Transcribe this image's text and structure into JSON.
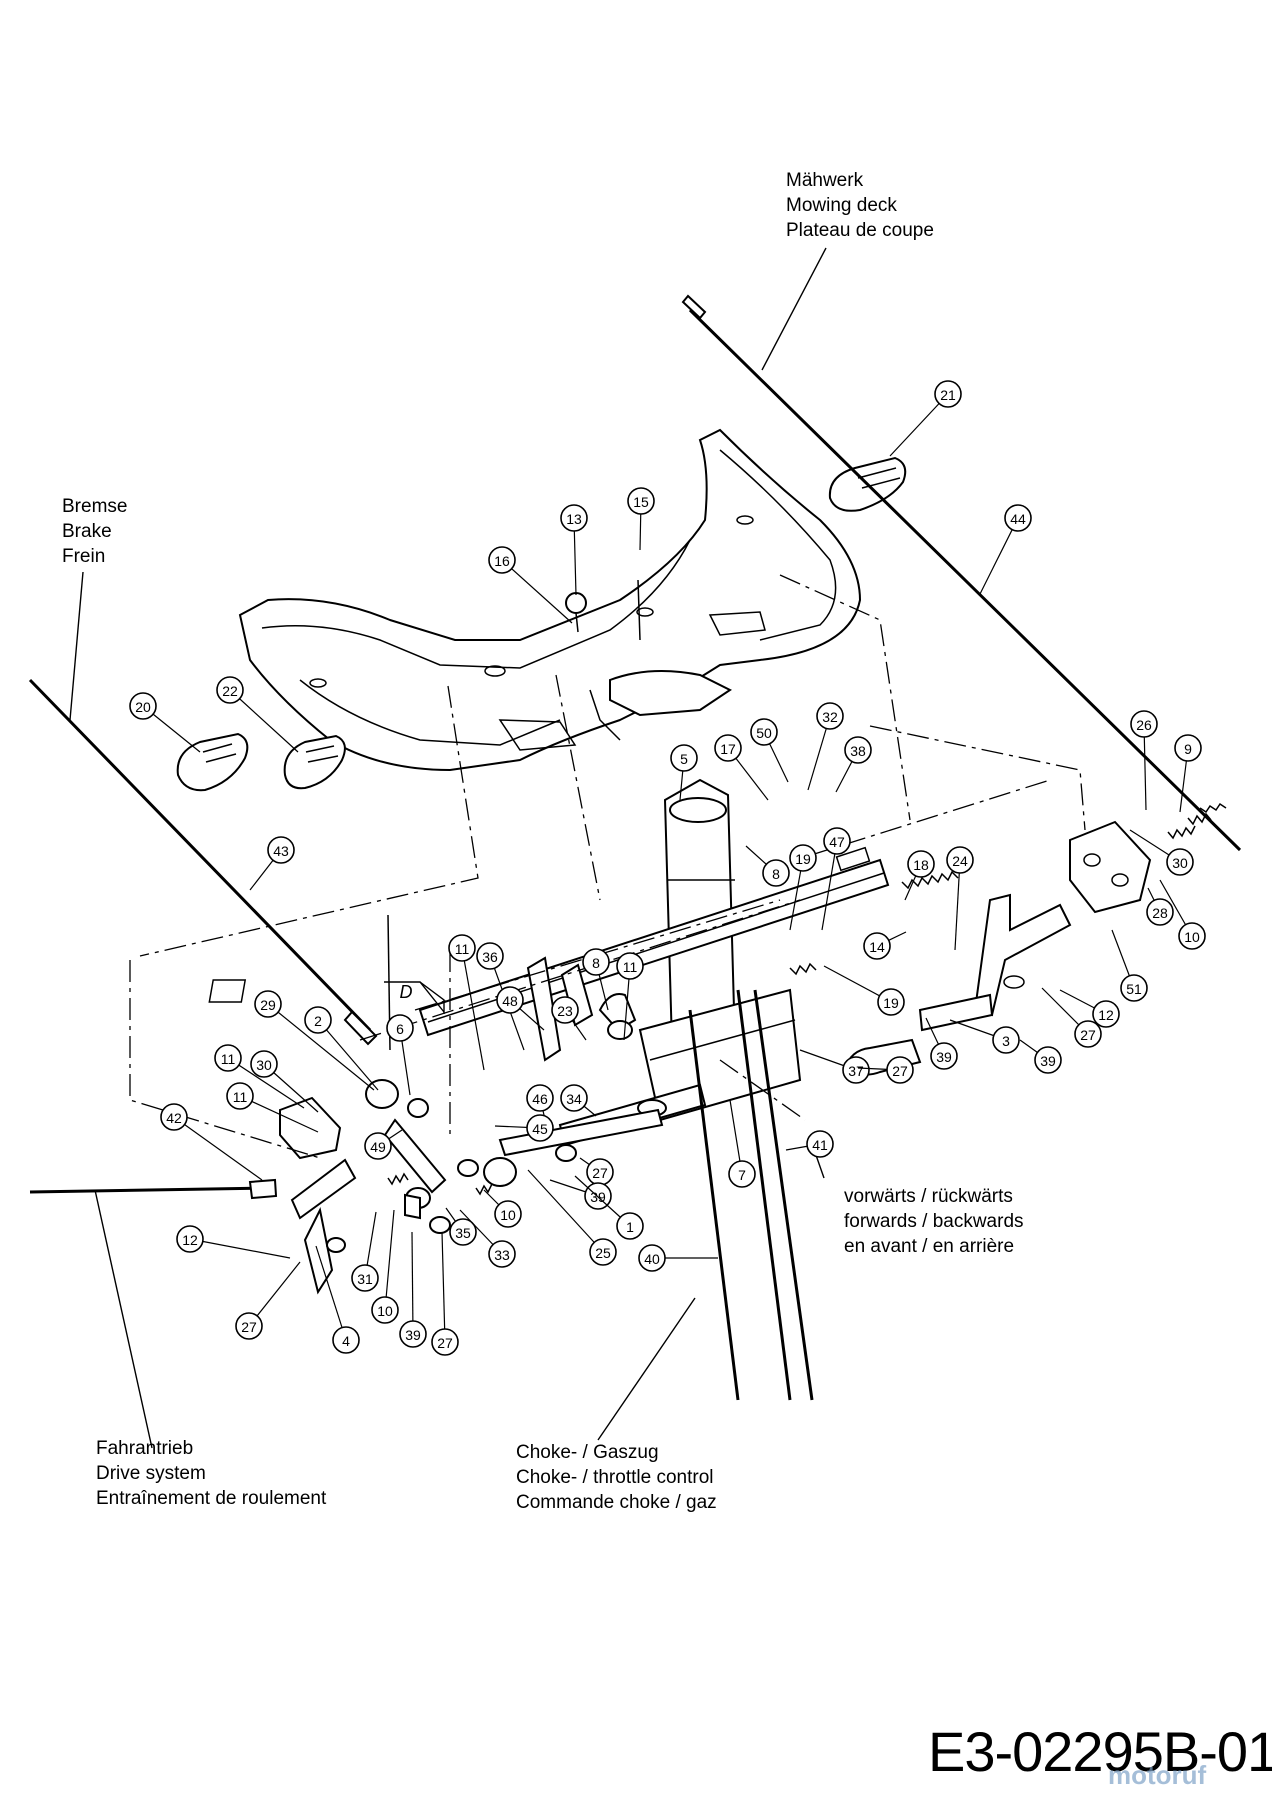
{
  "labels": {
    "mowing": [
      "Mähwerk",
      "Mowing deck",
      "Plateau de coupe"
    ],
    "brake": [
      "Bremse",
      "Brake",
      "Frein"
    ],
    "direction": [
      "vorwärts / rückwärts",
      "forwards / backwards",
      "en avant / en arrière"
    ],
    "drive": [
      "Fahrantrieb",
      "Drive system",
      "Entraînement de roulement"
    ],
    "choke": [
      "Choke- / Gaszug",
      "Choke- / throttle control",
      "Commande choke / gaz"
    ]
  },
  "detail_letter": "D",
  "document_id": "E3-02295B-01",
  "watermark": "motoruf",
  "callouts": [
    "21",
    "44",
    "13",
    "15",
    "16",
    "20",
    "22",
    "5",
    "17",
    "50",
    "32",
    "38",
    "26",
    "9",
    "43",
    "8",
    "19",
    "47",
    "18",
    "24",
    "30",
    "14",
    "10",
    "28",
    "51",
    "11",
    "36",
    "48",
    "8",
    "11",
    "23",
    "12",
    "19",
    "27",
    "29",
    "2",
    "6",
    "39",
    "3",
    "37",
    "27",
    "39",
    "30",
    "46",
    "34",
    "45",
    "49",
    "11",
    "11",
    "42",
    "27",
    "7",
    "41",
    "10",
    "39",
    "1",
    "12",
    "35",
    "33",
    "25",
    "31",
    "40",
    "27",
    "10",
    "39",
    "27",
    "4"
  ]
}
